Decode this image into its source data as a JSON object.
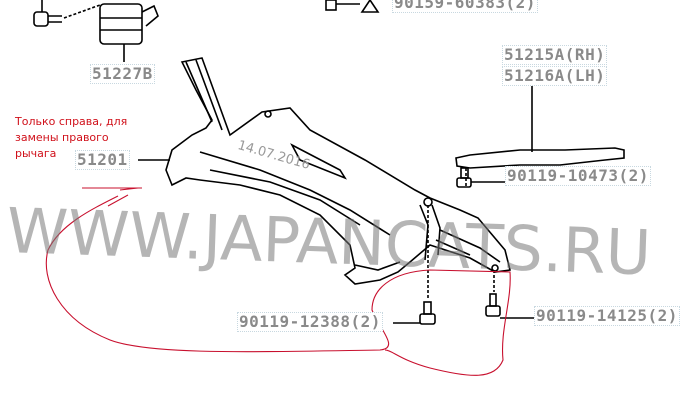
{
  "parts": {
    "p1": "90159-60383(2)",
    "p2": "51227B",
    "p3": "51215A(RH)",
    "p4": "51216A(LH)",
    "p5": "51201",
    "p6": "90119-10473(2)",
    "p7": "90119-12388(2)",
    "p8": "90119-14125(2)"
  },
  "note": "Только справа, для замены правого рычага",
  "watermark": "WWW.JAPANCATS.RU",
  "date_stamp": "14.07.2016",
  "colors": {
    "annotation": "#d0101a",
    "line_art": "#000000",
    "part_number": "#8a8a8a"
  }
}
